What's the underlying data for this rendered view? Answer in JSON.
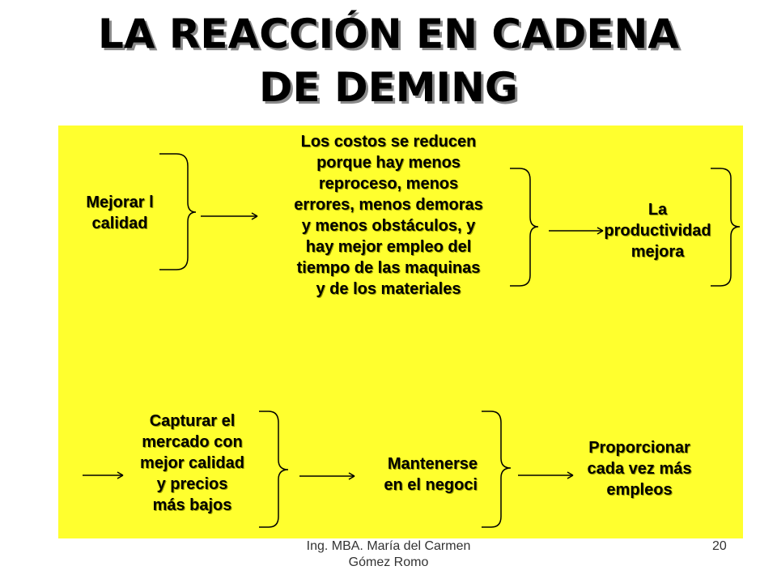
{
  "title": {
    "line1": "LA REACCIÓN EN CADENA",
    "line2": "DE DEMING"
  },
  "nodes": {
    "improve_quality": "Mejorar l\ncalidad",
    "costs_reduce": "Los costos se reducen\nporque hay menos\nreproceso, menos\nerrores, menos demoras\ny menos obstáculos, y\nhay mejor empleo del\ntiempo de las maquinas\ny de los materiales",
    "productivity": "La\nproductividad\nmejora",
    "capture_market": "Capturar el\nmercado con\nmejor calidad\ny precios\nmás bajos",
    "stay_in_business": "Mantenerse\nen el negoci",
    "provide_jobs": "Proporcionar\ncada vez más\nempleos"
  },
  "footer": {
    "author": "Ing. MBA. María del Carmen\nGómez Romo",
    "page_number": "20"
  },
  "colors": {
    "panel": "#ffff2e",
    "text": "#000000"
  }
}
